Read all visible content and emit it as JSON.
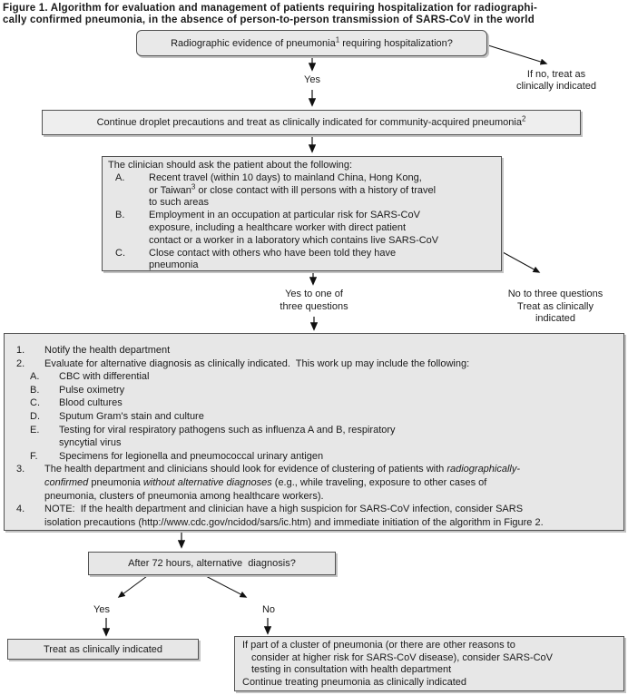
{
  "title": {
    "line1": "Figure 1. Algorithm for evaluation and management of patients requiring hospitalization for radiographi-",
    "line2": "cally confirmed pneumonia, in the absence of person-to-person transmission of SARS-CoV in the world"
  },
  "flow": {
    "box1": {
      "text_pre": "Radiographic evidence of pneumonia",
      "sup": "1",
      "text_post": " requiring hospitalization?"
    },
    "label_yes1": "Yes",
    "label_if_no": {
      "line1": "If no, treat as",
      "line2": "clinically indicated"
    },
    "box2": {
      "text": "Continue droplet precautions and treat as clinically indicated for community-acquired pneumonia",
      "sup": "2"
    },
    "box3": {
      "intro": "The clinician should ask the patient about the following:",
      "items": [
        {
          "letter": "A.",
          "line1": "Recent travel (within 10 days) to mainland China, Hong Kong,",
          "line2_pre": "or Taiwan",
          "line2_sup": "3",
          "line2_post": " or close contact with ill persons with a history of travel",
          "line3": "to such areas"
        },
        {
          "letter": "B.",
          "line1": "Employment in an occupation at particular risk for SARS-CoV",
          "line2": "exposure, including a healthcare worker with direct patient",
          "line3": "contact or a worker in a laboratory which contains live SARS-CoV"
        },
        {
          "letter": "C.",
          "line1": "Close contact with others who have been told they have",
          "line2": "pneumonia"
        }
      ]
    },
    "label_yes_branch": {
      "line1": "Yes to one of",
      "line2": "three questions"
    },
    "label_no_branch": {
      "line1": "No to three questions",
      "line2": "Treat as clinically",
      "line3": "indicated"
    },
    "box4": {
      "item1": {
        "num": "1.",
        "text": "Notify the health department"
      },
      "item2": {
        "num": "2.",
        "text": "Evaluate for alternative diagnosis as clinically indicated.  This work up may include the following:"
      },
      "sub": [
        {
          "letter": "A.",
          "text": "CBC with differential"
        },
        {
          "letter": "B.",
          "text": "Pulse oximetry"
        },
        {
          "letter": "C.",
          "text": "Blood cultures"
        },
        {
          "letter": "D.",
          "text": "Sputum Gram's stain and culture"
        },
        {
          "letter": "E.",
          "line1": "Testing for viral respiratory pathogens such as influenza A and B, respiratory",
          "line2": "syncytial virus"
        },
        {
          "letter": "F.",
          "text": "Specimens for legionella and pneumococcal urinary antigen"
        }
      ],
      "item3": {
        "num": "3.",
        "line1_pre": "The health department and clinicians should look for evidence of clustering of patients with ",
        "line1_it": "radiographically-",
        "line2_it1": "confirmed",
        "line2_mid": " pneumonia ",
        "line2_it2": "without alternative diagnoses",
        "line2_post": " (e.g., while traveling, exposure to other cases of",
        "line3": "pneumonia, clusters of pneumonia among healthcare workers)."
      },
      "item4": {
        "num": "4.",
        "line1": "NOTE:  If the health department and clinician have a high suspicion for SARS-CoV infection, consider SARS",
        "line2": "isolation precautions (http://www.cdc.gov/ncidod/sars/ic.htm) and immediate initiation of the algorithm in Figure 2."
      }
    },
    "box5": {
      "text": "After 72 hours, alternative  diagnosis?"
    },
    "label_yes2": "Yes",
    "label_no2": "No",
    "box6": {
      "text": "Treat as clinically indicated"
    },
    "box7": {
      "line1": "If part of a cluster of pneumonia (or there are other reasons to",
      "line2": "consider at higher risk for SARS-CoV disease), consider SARS-CoV",
      "line3": "testing in consultation with health department",
      "line4": "Continue treating pneumonia as clinically indicated"
    }
  },
  "colors": {
    "box_fill": "#e7e7e7",
    "box_border": "#525252",
    "arrow": "#111111",
    "text": "#1a1a1a",
    "background": "#ffffff"
  }
}
